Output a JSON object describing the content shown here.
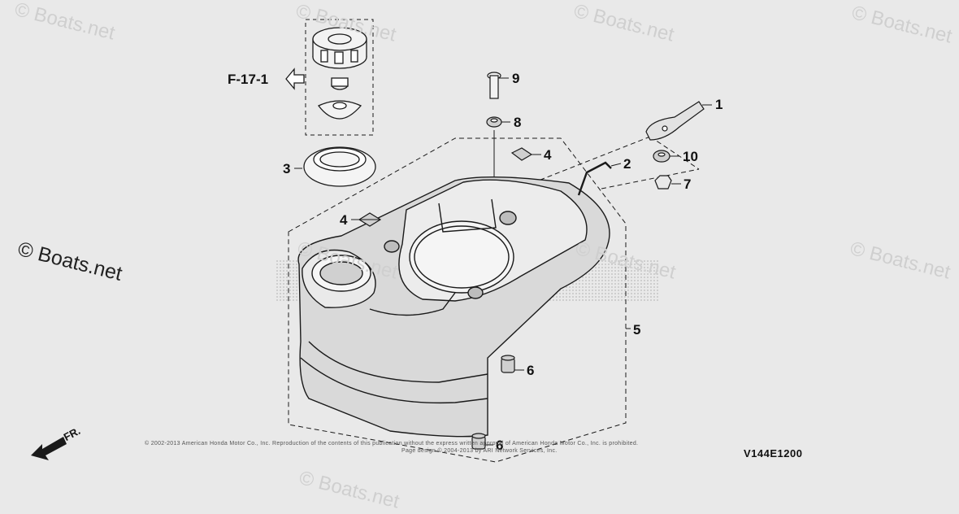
{
  "watermarks": [
    "© Boats.net",
    "© Boats.net",
    "© Boats.net",
    "© Boats.net",
    "© Boats.net",
    "© Boats.net",
    "© Boats.net",
    "© Boats.net"
  ],
  "watermark_main": "© Boats.net",
  "reference": "F-17-1",
  "callouts": [
    "1",
    "2",
    "3",
    "4",
    "4",
    "5",
    "6",
    "6",
    "7",
    "8",
    "9",
    "10"
  ],
  "diagram_code": "V144E1200",
  "front_label": "FR.",
  "copyright_line1": "© 2002-2013 American Honda Motor Co., Inc. Reproduction of the contents of this publication without the express written approval of American Honda Motor Co., Inc. is prohibited.",
  "copyright_line2": "Page design © 2004-2013 by ARI Network Services, Inc.",
  "colors": {
    "background": "#e9e9e9",
    "line": "#1a1a1a",
    "watermark": "#cfcfcf"
  }
}
